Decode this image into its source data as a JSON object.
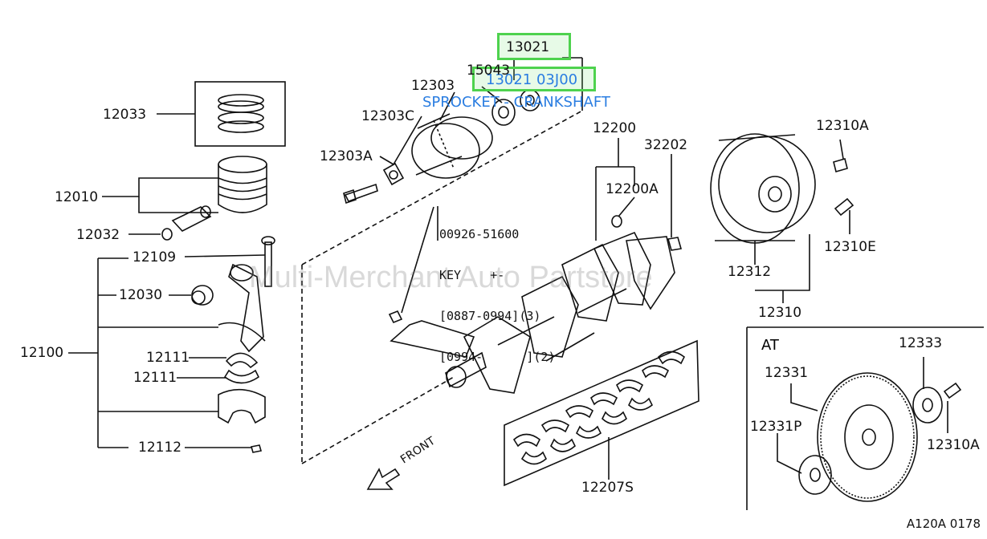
{
  "diagram": {
    "highlight_primary": "13021",
    "highlight_secondary_code": "13021 03J00",
    "highlight_secondary_name": "SPROCKET - CRANKSHAFT",
    "watermark": "Multi-Merchant Auto Partstore",
    "reference_code": "A120A 0178",
    "front_label": "FRONT",
    "at_label": "AT",
    "note_lines": [
      "00926-51600",
      "KEY    +-",
      "[0887-0994](3)",
      "[0994-      ](2)"
    ],
    "highlight_color": "#4ed24e",
    "link_color": "#2a7de1"
  },
  "parts": {
    "p12033": "12033",
    "p12010": "12010",
    "p12032": "12032",
    "p12109": "12109",
    "p12030": "12030",
    "p12100": "12100",
    "p12111a": "12111",
    "p12111b": "12111",
    "p12112": "12112",
    "p12303": "12303",
    "p15043": "15043",
    "p12303C": "12303C",
    "p12303A": "12303A",
    "p12200": "12200",
    "p12200A": "12200A",
    "p32202": "32202",
    "p12310A_top": "12310A",
    "p12310E": "12310E",
    "p12312": "12312",
    "p12310": "12310",
    "p12333": "12333",
    "p12331": "12331",
    "p12331P": "12331P",
    "p12310A_bot": "12310A",
    "p12207S": "12207S"
  }
}
